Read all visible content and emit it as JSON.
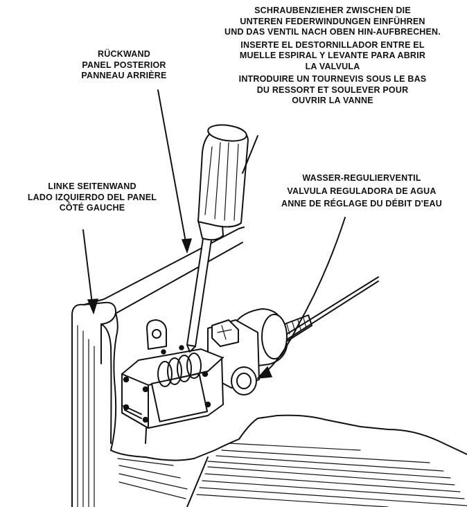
{
  "labels": {
    "screwdriver_de_1": "SCHRAUBENZIEHER ZWISCHEN DIE",
    "screwdriver_de_2": "UNTEREN FEDERWINDUNGEN EINFÜHREN",
    "screwdriver_de_3": "UND DAS VENTIL NACH OBEN HIN-AUFBRECHEN.",
    "screwdriver_es_1": "INSERTE EL DESTORNILLADOR ENTRE EL",
    "screwdriver_es_2": "MUELLE ESPIRAL Y LEVANTE PARA ABRIR",
    "screwdriver_es_3": "LA VALVULA",
    "screwdriver_fr_1": "INTRODUIRE UN TOURNEVIS SOUS LE BAS",
    "screwdriver_fr_2": "DU RESSORT ET SOULEVER POUR",
    "screwdriver_fr_3": "OUVRIR LA VANNE",
    "back_panel_de": "RÜCKWAND",
    "back_panel_es": "PANEL POSTERIOR",
    "back_panel_fr": "PANNEAU ARRIÈRE",
    "left_panel_de": "LINKE SEITENWAND",
    "left_panel_es": "LADO IZQUIERDO DEL PANEL",
    "left_panel_fr": "CÔTÉ GAUCHE",
    "water_valve_de": "WASSER-REGULIERVENTIL",
    "water_valve_es": "VALVULA REGULADORA DE AGUA",
    "water_valve_fr": "ANNE DE RÉGLAGE DU DÉBIT D'EAU"
  }
}
